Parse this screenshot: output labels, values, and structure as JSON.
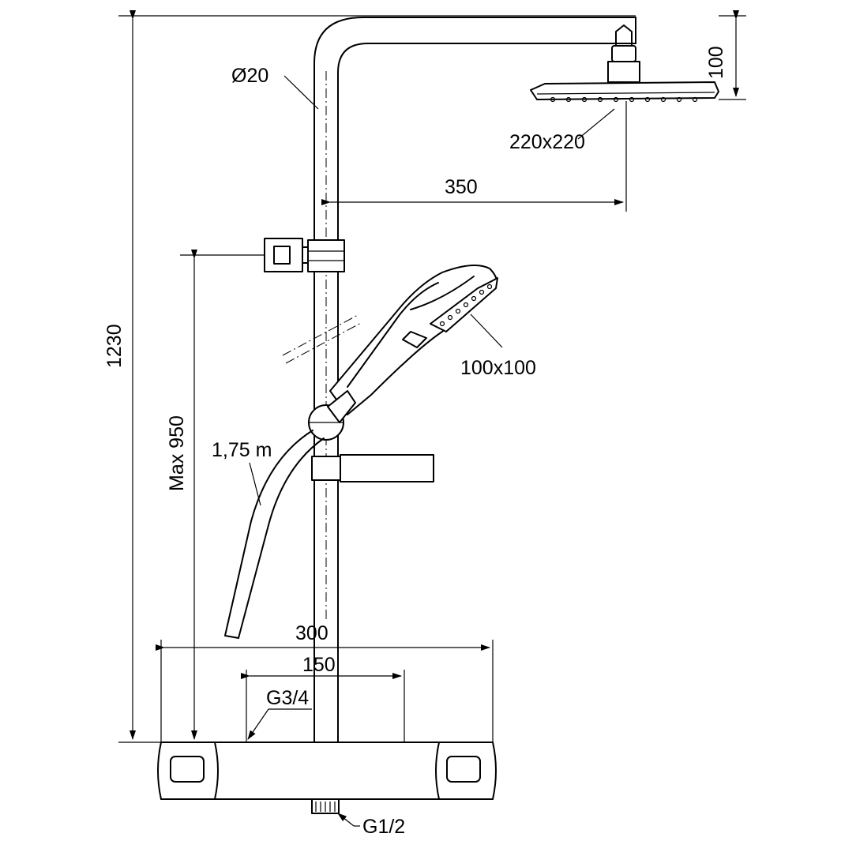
{
  "labels": {
    "pipe_diameter": "Ø20",
    "head_shower_size": "220x220",
    "head_shower_height": "100",
    "arm_reach": "350",
    "total_height": "1230",
    "hand_shower_size": "100x100",
    "slide_range": "Max 950",
    "hose_length": "1,75 m",
    "mixer_width": "300",
    "inlet_spacing": "150",
    "inlet_thread": "G3/4",
    "outlet_thread": "G1/2"
  }
}
